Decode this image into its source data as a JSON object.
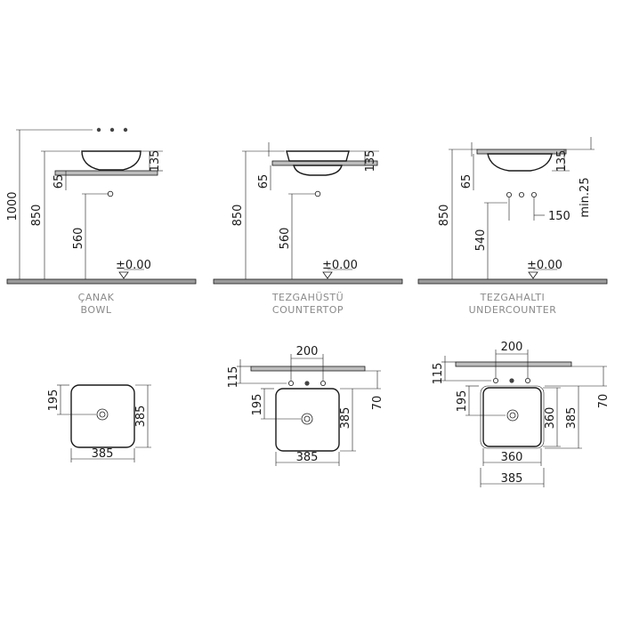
{
  "labels": {
    "bowl": {
      "tr": "ÇANAK",
      "en": "BOWL"
    },
    "countertop": {
      "tr": "TEZGAHÜSTÜ",
      "en": "COUNTERTOP"
    },
    "undercounter": {
      "tr": "TEZGAHALTI",
      "en": "UNDERCOUNTER"
    }
  },
  "elevation": {
    "bowl": {
      "total": "1000",
      "top": "850",
      "depth": "135",
      "slab": "65",
      "drain": "560",
      "zero": "±0.00"
    },
    "countertop": {
      "top": "850",
      "depth": "135",
      "slab": "65",
      "drain": "560",
      "zero": "±0.00"
    },
    "undercounter": {
      "top": "850",
      "depth": "135",
      "slab": "65",
      "drain": "540",
      "min": "min.25",
      "spacing": "150",
      "zero": "±0.00"
    }
  },
  "plan": {
    "bowl": {
      "width": "385",
      "depth": "385",
      "drain": "195"
    },
    "countertop": {
      "taps": "200",
      "slab": "115",
      "width": "385",
      "depth": "385",
      "drain": "195",
      "edge": "70"
    },
    "undercounter": {
      "taps": "200",
      "slab": "115",
      "inner_width": "360",
      "outer_width": "385",
      "inner_depth": "360",
      "outer_depth": "385",
      "drain": "195",
      "edge": "70"
    }
  },
  "icons": [
    "level-triangle-icon",
    "tap-hole-icon",
    "drain-icon"
  ]
}
